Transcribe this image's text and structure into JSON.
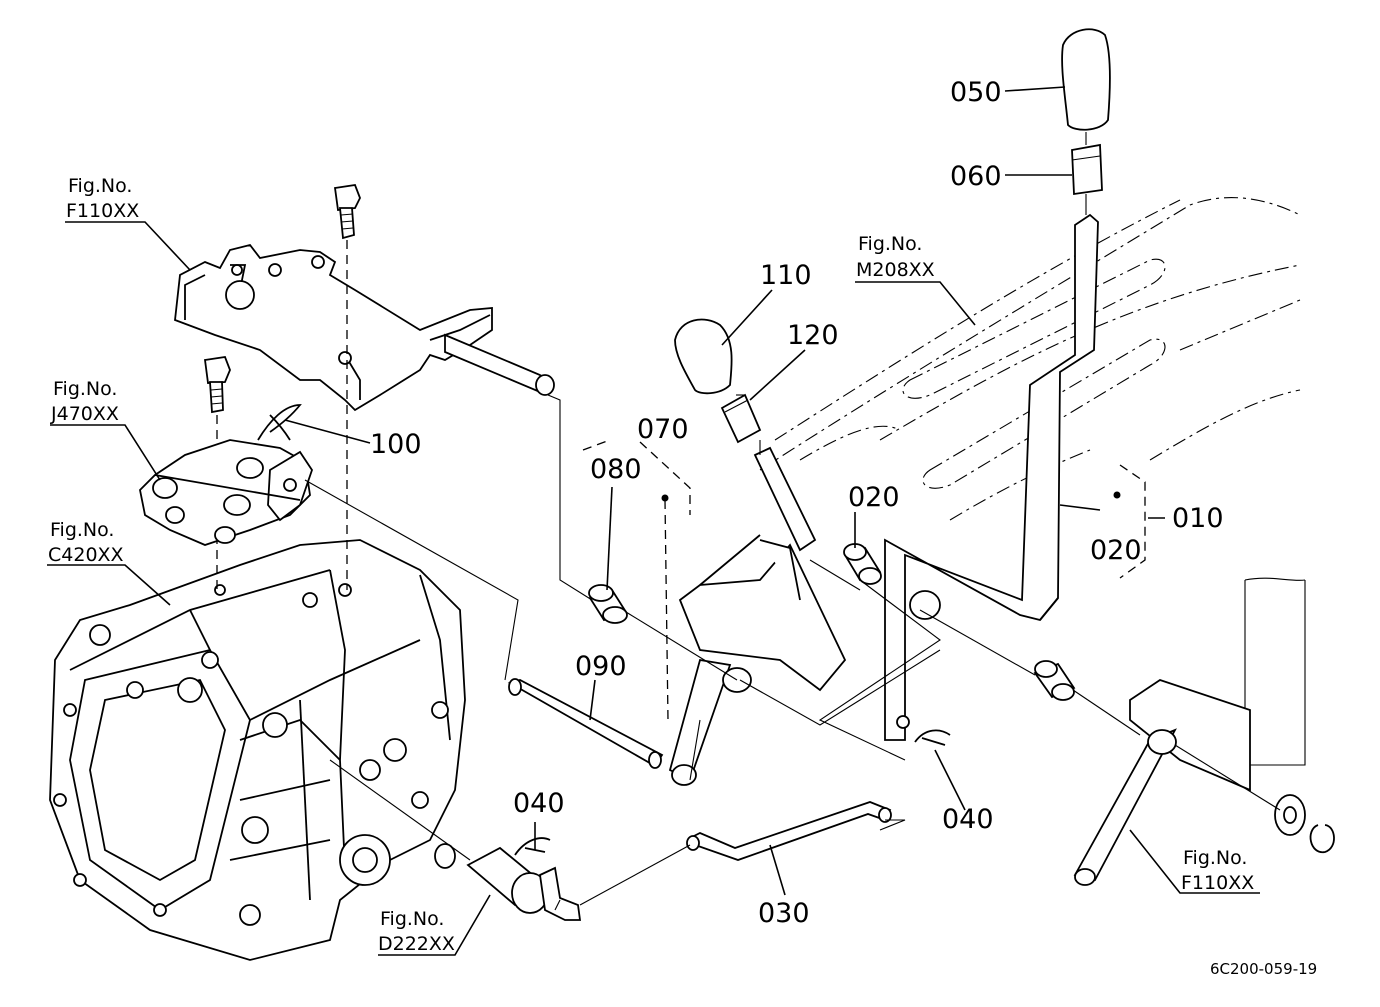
{
  "labels": {
    "p010": "010",
    "p020a": "020",
    "p020b": "020",
    "p030": "030",
    "p040a": "040",
    "p040b": "040",
    "p050": "050",
    "p060": "060",
    "p070": "070",
    "p080": "080",
    "p090": "090",
    "p100": "100",
    "p110": "110",
    "p120": "120"
  },
  "figrefs": {
    "f110_top": {
      "line1": "Fig.No.",
      "line2": "F110XX"
    },
    "j470": {
      "line1": "Fig.No.",
      "line2": "J470XX"
    },
    "c420": {
      "line1": "Fig.No.",
      "line2": "C420XX"
    },
    "m208": {
      "line1": "Fig.No.",
      "line2": "M208XX"
    },
    "d222": {
      "line1": "Fig.No.",
      "line2": "D222XX"
    },
    "f110_bottom": {
      "line1": "Fig.No.",
      "line2": "F110XX"
    }
  },
  "drawing_code": "6C200-059-19"
}
